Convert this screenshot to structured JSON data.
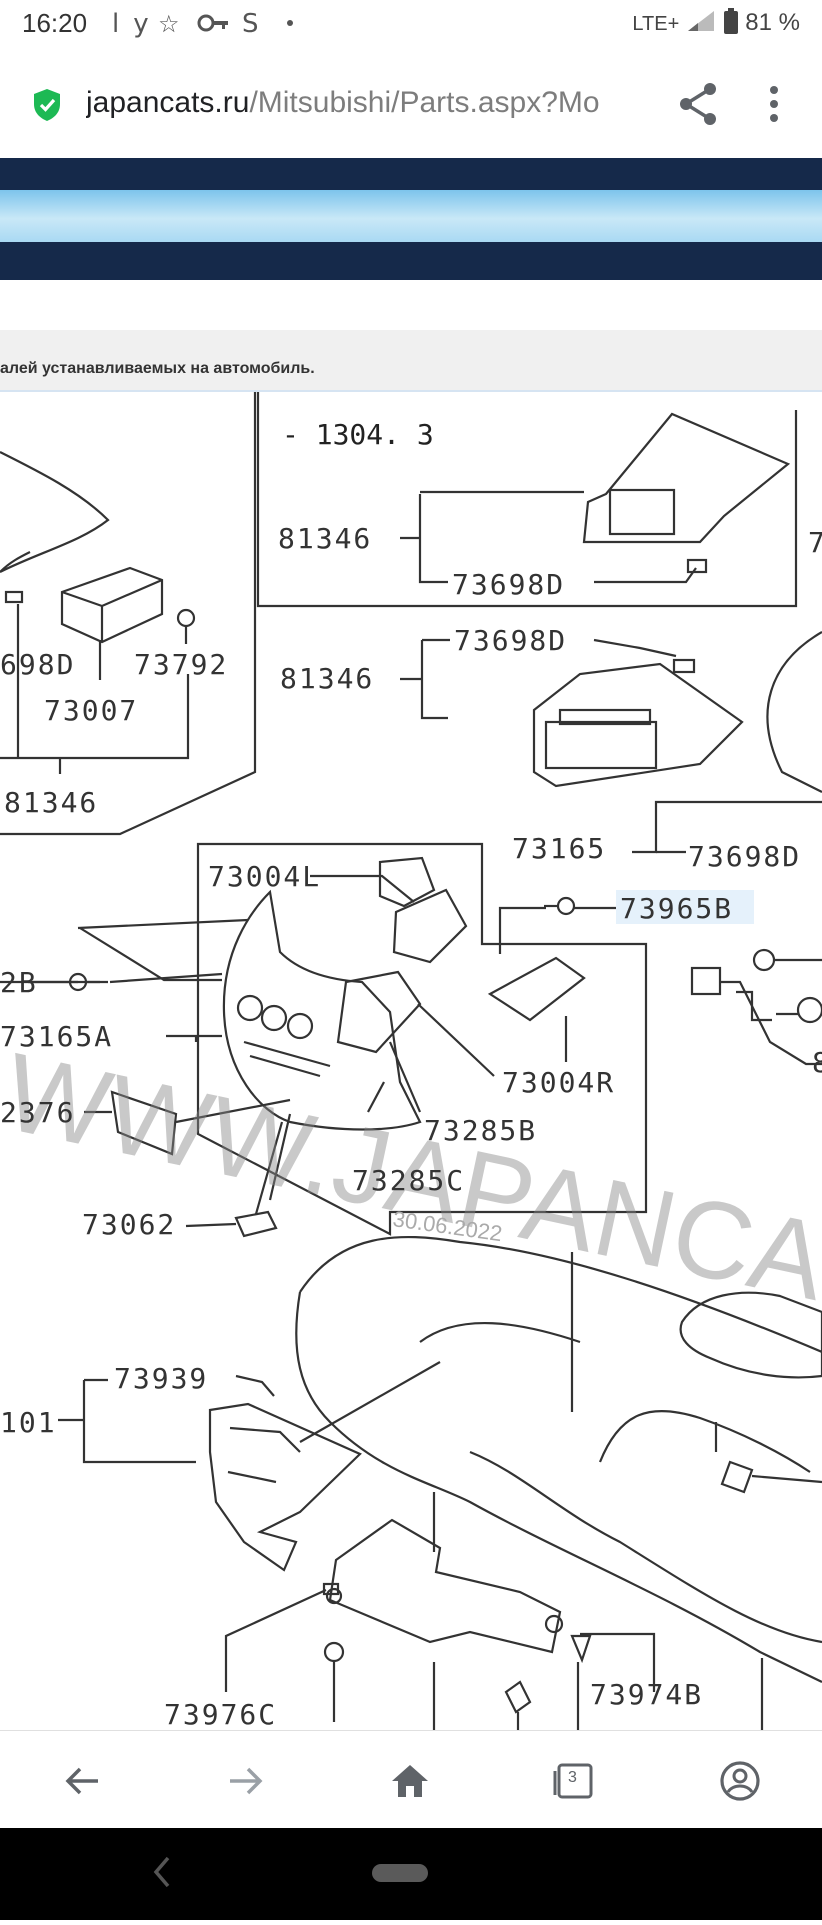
{
  "status_bar": {
    "time": "16:20",
    "left_icons": [
      "ly",
      "star",
      "key",
      "S",
      "dot"
    ],
    "network": "LTE+",
    "battery": "81 %"
  },
  "browser": {
    "url_domain": "japancats.ru",
    "url_path": "/Mitsubishi/Parts.aspx?Mo",
    "icons": [
      "lock-shield-icon",
      "share-icon",
      "more-vert-icon"
    ],
    "tab_count": "3"
  },
  "page": {
    "info_text": "алей устанавливаемых на автомобиль.",
    "colors": {
      "header_dark": "#15294a",
      "header_light": "#9fd3f1",
      "secure_green": "#1db954",
      "part_highlight": "#e5f1fb"
    }
  },
  "diagram": {
    "section_code": "- 1304. 3",
    "watermark": "WWW.JAPANCATS.R",
    "date_watermark": "30.06.2022",
    "part_labels": {
      "p1": "81346",
      "p2": "73698D",
      "p3": "73698D",
      "p4": "81346",
      "p5": "698D",
      "p6": "73792",
      "p7": "73007",
      "p8": "81346",
      "p9": "73165",
      "p10": "73698D",
      "p11": "73004L",
      "p12": "73965B",
      "p13": "2B",
      "p14": "73165A",
      "p15": "73004R",
      "p16": "2376",
      "p17": "73285B",
      "p18": "73285C",
      "p19": "73062",
      "p20": "73939",
      "p21": "101",
      "p22": "73974B",
      "p23": "73976C",
      "p24": "8",
      "p25": "7"
    }
  },
  "bottom_nav": {
    "items": [
      "back-icon",
      "forward-icon",
      "home-icon",
      "tabs-icon",
      "account-icon"
    ]
  }
}
